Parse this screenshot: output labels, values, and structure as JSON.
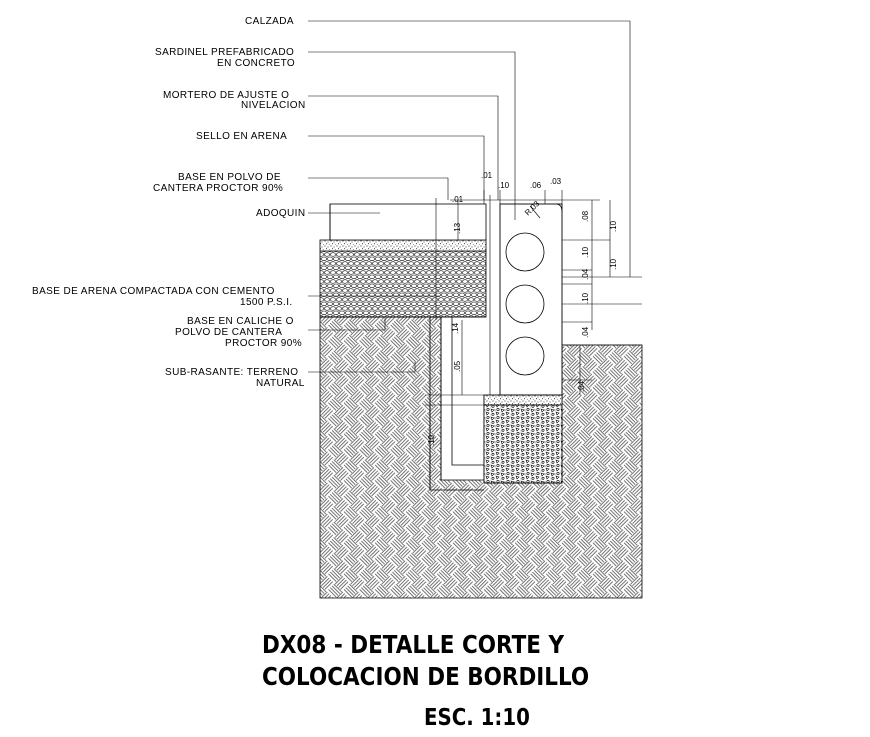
{
  "labels": {
    "calzada": "CALZADA",
    "sardinel_1": "SARDINEL PREFABRICADO",
    "sardinel_2": "EN CONCRETO",
    "mortero_1": "MORTERO DE AJUSTE O",
    "mortero_2": "NIVELACION",
    "sello": "SELLO EN ARENA",
    "base_polvo_1": "BASE EN POLVO DE",
    "base_polvo_2": "CANTERA PROCTOR 90%",
    "adoquin": "ADOQUIN",
    "base_arena_1": "BASE DE ARENA COMPACTADA CON CEMENTO",
    "base_arena_2": "1500 P.S.I.",
    "caliche_1": "BASE EN CALICHE O",
    "caliche_2": "POLVO DE CANTERA",
    "caliche_3": "PROCTOR 90%",
    "subrasante_1": "SUB-RASANTE: TERRENO",
    "subrasante_2": "NATURAL"
  },
  "dimensions": {
    "d01": ".01",
    "d10_top": ".10",
    "d06": ".06",
    "d03": ".03",
    "radius": "R.03",
    "d01b": ".01",
    "v08": ".08",
    "v10a": ".10",
    "v10b": ".10",
    "v04a": ".04",
    "v10c": ".10",
    "v04b": ".04",
    "v10d": ".10",
    "v04c": ".04",
    "v13": ".13",
    "v14": ".14",
    "v05": ".05",
    "v10e": ".10"
  },
  "title": {
    "line1": "DX08 - DETALLE CORTE Y",
    "line2": "COLOCACION DE BORDILLO",
    "scale": "ESC. 1:10"
  }
}
